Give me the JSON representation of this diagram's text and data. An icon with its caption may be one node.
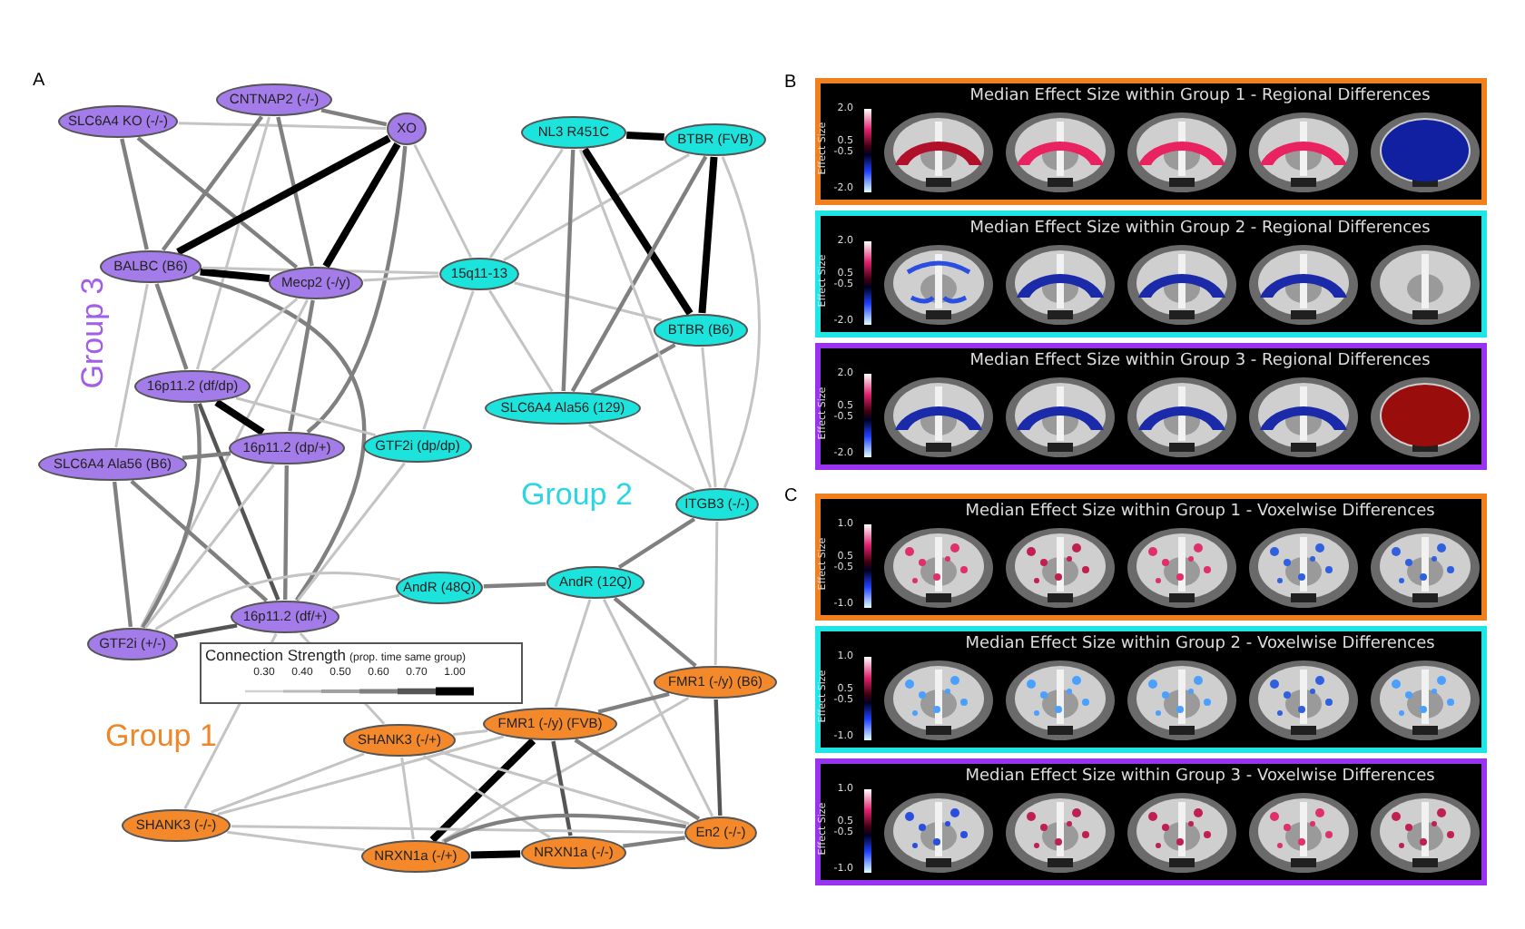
{
  "diagram": {
    "nodes": [
      {
        "text": [
          "SLC6A4 KO (-/-)"
        ]
      },
      {
        "text": [
          "CNTNAP2 (-/-)"
        ]
      },
      {
        "text": [
          "XO"
        ]
      },
      {
        "text": [
          "BALBC (B6)"
        ]
      },
      {
        "text": [
          "Mecp2 (-/y)"
        ]
      },
      {
        "text": [
          "15q11-13"
        ]
      },
      {
        "text": [
          "NL3 R451C"
        ]
      },
      {
        "text": [
          "BTBR (FVB)"
        ]
      },
      {
        "text": [
          "BTBR (B6)"
        ]
      },
      {
        "text": [
          "SLC6A4 Ala56 (129)"
        ]
      },
      {
        "text": [
          "16p11.2 (df/dp)"
        ]
      },
      {
        "text": [
          "16p11.2 (dp/+)"
        ]
      },
      {
        "text": [
          "GTF2i (dp/dp)"
        ]
      },
      {
        "text": [
          "SLC6A4 Ala56 (B6)"
        ]
      },
      {
        "text": [
          "ITGB3 (-/-)"
        ]
      },
      {
        "text": [
          "AndR (48Q)"
        ]
      },
      {
        "text": [
          "AndR (12Q)"
        ]
      },
      {
        "text": [
          "16p11.2 (df/+)"
        ]
      },
      {
        "text": [
          "GTF2i (+/-)"
        ]
      },
      {
        "text": [
          "FMR1 (-/y) (B6)"
        ]
      },
      {
        "text": [
          "FMR1 (-/y) (FVB)"
        ]
      },
      {
        "text": [
          "SHANK3 (-/+)"
        ]
      },
      {
        "text": [
          "SHANK3 (-/-)"
        ]
      },
      {
        "text": [
          "NRXN1a (-/+)"
        ]
      },
      {
        "text": [
          "NRXN1a (-/-)"
        ]
      },
      {
        "text": [
          "En2 (-/-)"
        ]
      },
      {
        "text": [
          "Median Effect Size within Group 1 - Regional Differences",
          "Effect Size",
          "2.0",
          "0.5",
          "-0.5",
          "-2.0"
        ]
      },
      {
        "text": [
          "Median Effect Size within Group 2 - Regional Differences",
          "Effect Size",
          "2.0",
          "0.5",
          "-0.5",
          "-2.0"
        ]
      },
      {
        "text": [
          "Median Effect Size within Group 3 - Regional Differences",
          "Effect Size",
          "2.0",
          "0.5",
          "-0.5",
          "-2.0"
        ]
      },
      {
        "text": [
          "Median Effect Size within Group 1 - Voxelwise Differences",
          "Effect Size",
          "1.0",
          "0.5",
          "-0.5",
          "-1.0"
        ]
      },
      {
        "text": [
          "Median Effect Size within Group 2 - Voxelwise Differences",
          "Effect Size",
          "1.0",
          "0.5",
          "-0.5",
          "-1.0"
        ]
      },
      {
        "text": [
          "Median Effect Size within Group 3 - Voxelwise Differences",
          "Effect Size",
          "1.0",
          "0.5",
          "-0.5",
          "-1.0"
        ]
      }
    ],
    "edges": [
      {
        "from": 0,
        "to": 2,
        "arrow": "none"
      },
      {
        "from": 1,
        "to": 2,
        "arrow": "none",
        "color": "#808080"
      },
      {
        "from": 0,
        "to": 3,
        "arrow": "none",
        "color": "#808080"
      },
      {
        "from": 0,
        "to": 4,
        "arrow": "none",
        "color": "#808080"
      },
      {
        "from": 1,
        "to": 3,
        "arrow": "none",
        "color": "#808080"
      },
      {
        "from": 1,
        "to": 4,
        "arrow": "none",
        "color": "#808080"
      },
      {
        "from": 1,
        "to": 10,
        "arrow": "none"
      },
      {
        "from": 2,
        "to": 3,
        "arrow": "none",
        "style": "thick",
        "color": "#000000"
      },
      {
        "from": 2,
        "to": 4,
        "arrow": "none",
        "style": "thick",
        "color": "#000000"
      },
      {
        "from": 3,
        "to": 4,
        "arrow": "none",
        "style": "thick",
        "color": "#000000"
      },
      {
        "from": 2,
        "to": 5,
        "arrow": "none"
      },
      {
        "from": 2,
        "to": 11,
        "arrow": "none",
        "color": "#808080"
      },
      {
        "from": 3,
        "to": 5,
        "arrow": "none"
      },
      {
        "from": 4,
        "to": 5,
        "arrow": "none"
      },
      {
        "from": 3,
        "to": 10,
        "arrow": "none",
        "color": "#808080"
      },
      {
        "from": 3,
        "to": 17,
        "arrow": "none",
        "color": "#808080"
      },
      {
        "from": 3,
        "to": 13,
        "arrow": "none"
      },
      {
        "from": 4,
        "to": 11,
        "arrow": "none",
        "color": "#808080"
      },
      {
        "from": 4,
        "to": 10,
        "arrow": "none"
      },
      {
        "from": 4,
        "to": 18,
        "arrow": "none"
      },
      {
        "from": 10,
        "to": 11,
        "arrow": "none",
        "style": "thick",
        "color": "#000000"
      },
      {
        "from": 10,
        "to": 17,
        "arrow": "none",
        "color": "#555555"
      },
      {
        "from": 10,
        "to": 18,
        "arrow": "none",
        "color": "#808080"
      },
      {
        "from": 10,
        "to": 12,
        "arrow": "none"
      },
      {
        "from": 13,
        "to": 11,
        "arrow": "none",
        "color": "#808080"
      },
      {
        "from": 13,
        "to": 18,
        "arrow": "none",
        "color": "#808080"
      },
      {
        "from": 13,
        "to": 17,
        "arrow": "none",
        "color": "#808080"
      },
      {
        "from": 11,
        "to": 17,
        "arrow": "none",
        "color": "#808080"
      },
      {
        "from": 11,
        "to": 18,
        "arrow": "none"
      },
      {
        "from": 17,
        "to": 18,
        "arrow": "none",
        "color": "#555555"
      },
      {
        "from": 12,
        "to": 17,
        "arrow": "none"
      },
      {
        "from": 12,
        "to": 5,
        "arrow": "none"
      },
      {
        "from": 18,
        "to": 15,
        "arrow": "none"
      },
      {
        "from": 17,
        "to": 15,
        "arrow": "none"
      },
      {
        "from": 15,
        "to": 16,
        "arrow": "none",
        "color": "#808080"
      },
      {
        "from": 5,
        "to": 6,
        "arrow": "none"
      },
      {
        "from": 5,
        "to": 7,
        "arrow": "none"
      },
      {
        "from": 5,
        "to": 8,
        "arrow": "none"
      },
      {
        "from": 5,
        "to": 9,
        "arrow": "none"
      },
      {
        "from": 6,
        "to": 7,
        "arrow": "none",
        "style": "thick",
        "color": "#000000"
      },
      {
        "from": 6,
        "to": 8,
        "arrow": "none",
        "style": "thick",
        "color": "#000000"
      },
      {
        "from": 7,
        "to": 8,
        "arrow": "none",
        "style": "thick",
        "color": "#000000"
      },
      {
        "from": 6,
        "to": 9,
        "arrow": "none",
        "color": "#808080"
      },
      {
        "from": 7,
        "to": 9,
        "arrow": "none",
        "color": "#808080"
      },
      {
        "from": 8,
        "to": 9,
        "arrow": "none",
        "color": "#808080"
      },
      {
        "from": 6,
        "to": 14,
        "arrow": "none"
      },
      {
        "from": 7,
        "to": 14,
        "arrow": "none"
      },
      {
        "from": 8,
        "to": 14,
        "arrow": "none"
      },
      {
        "from": 9,
        "to": 14,
        "arrow": "none"
      },
      {
        "from": 14,
        "to": 16,
        "arrow": "none",
        "color": "#808080"
      },
      {
        "from": 14,
        "to": 19,
        "arrow": "none"
      },
      {
        "from": 16,
        "to": 19,
        "arrow": "none",
        "color": "#808080"
      },
      {
        "from": 16,
        "to": 20,
        "arrow": "none"
      },
      {
        "from": 16,
        "to": 25,
        "arrow": "none"
      },
      {
        "from": 19,
        "to": 20,
        "arrow": "none",
        "color": "#808080"
      },
      {
        "from": 19,
        "to": 25,
        "arrow": "none",
        "color": "#555555"
      },
      {
        "from": 19,
        "to": 23,
        "arrow": "none"
      },
      {
        "from": 20,
        "to": 23,
        "arrow": "none",
        "style": "thick",
        "color": "#000000"
      },
      {
        "from": 20,
        "to": 24,
        "arrow": "none",
        "color": "#555555"
      },
      {
        "from": 20,
        "to": 25,
        "arrow": "none",
        "color": "#808080"
      },
      {
        "from": 20,
        "to": 21,
        "arrow": "none"
      },
      {
        "from": 20,
        "to": 22,
        "arrow": "none"
      },
      {
        "from": 21,
        "to": 23,
        "arrow": "none"
      },
      {
        "from": 21,
        "to": 24,
        "arrow": "none"
      },
      {
        "from": 21,
        "to": 25,
        "arrow": "none"
      },
      {
        "from": 21,
        "to": 22,
        "arrow": "none"
      },
      {
        "from": 22,
        "to": 23,
        "arrow": "none"
      },
      {
        "from": 22,
        "to": 25,
        "arrow": "none"
      },
      {
        "from": 23,
        "to": 24,
        "arrow": "none",
        "style": "thick",
        "color": "#000000"
      },
      {
        "from": 23,
        "to": 25,
        "arrow": "none",
        "color": "#808080"
      },
      {
        "from": 24,
        "to": 25,
        "arrow": "none",
        "color": "#808080"
      },
      {
        "from": 17,
        "to": 22,
        "arrow": "none"
      },
      {
        "from": 17,
        "to": 21,
        "arrow": "none"
      }
    ],
    "labels": [
      "A",
      "B",
      "C",
      "Group 3",
      "Group 2",
      "Group 1",
      "Connection Strength",
      "(prop. time same group)"
    ],
    "legend": [
      {
        "text": "0.30"
      },
      {
        "text": "0.40"
      },
      {
        "text": "0.50"
      },
      {
        "text": "0.60"
      },
      {
        "text": "0.70"
      },
      {
        "text": "1.00"
      }
    ]
  }
}
